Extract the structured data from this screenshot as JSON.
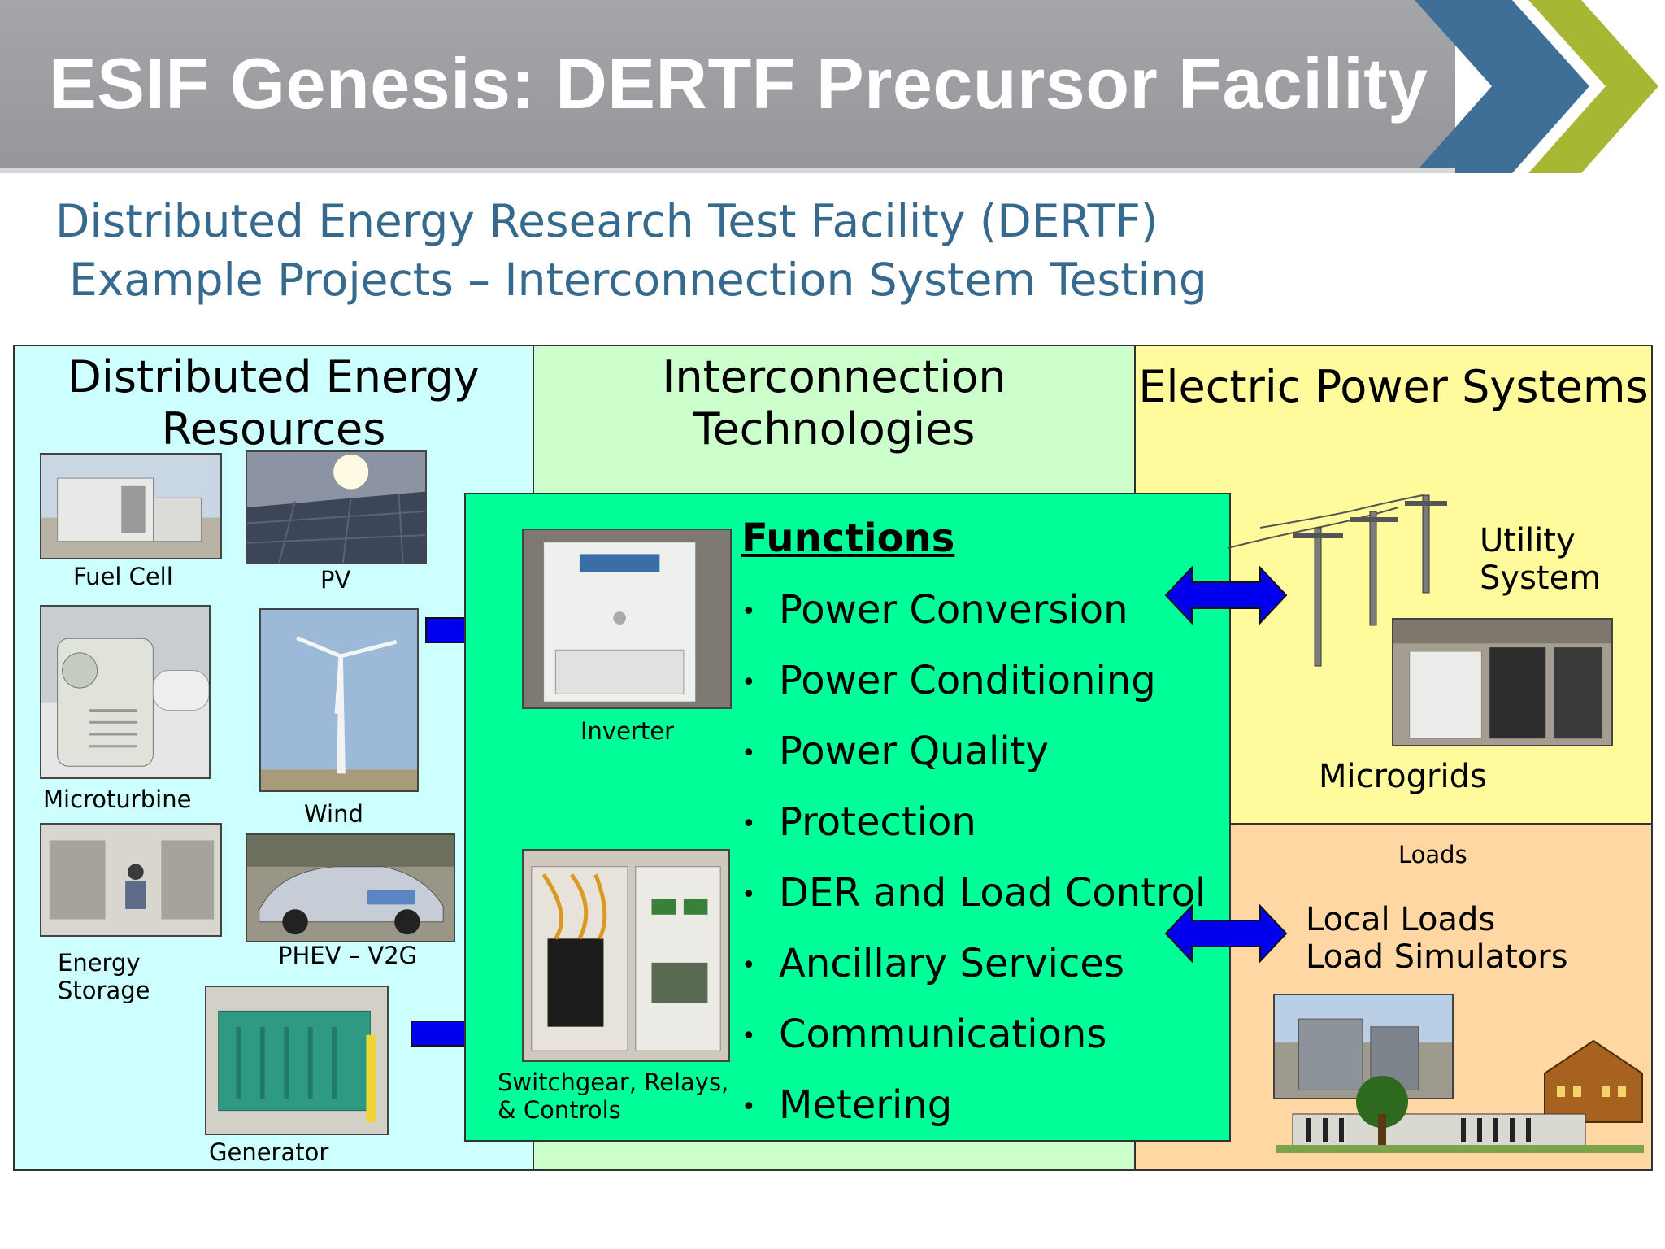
{
  "header": {
    "title": "ESIF Genesis: DERTF Precursor Facility",
    "colors": {
      "bar": "#9ea0a3",
      "chevron_blue": "#3f6f96",
      "chevron_green": "#a7b734"
    }
  },
  "subtitle": {
    "line1": "Distributed Energy Research Test Facility (DERTF)",
    "line2": "Example Projects – Interconnection System Testing"
  },
  "der_panel": {
    "title_line1": "Distributed Energy",
    "title_line2": "Resources",
    "items": {
      "fuel_cell": "Fuel Cell",
      "pv": "PV",
      "microturbine": "Microturbine",
      "wind": "Wind",
      "energy_storage_1": "Energy",
      "energy_storage_2": "Storage",
      "phev": "PHEV – V2G",
      "generator": "Generator"
    }
  },
  "interconnection_panel": {
    "title_line1": "Interconnection",
    "title_line2": "Technologies",
    "inverter_label": "Inverter",
    "switchgear_line1": "Switchgear, Relays,",
    "switchgear_line2": "& Controls",
    "functions_heading": "Functions",
    "functions": [
      "Power Conversion",
      "Power Conditioning",
      "Power Quality",
      "Protection",
      "DER and Load Control",
      "Ancillary Services",
      "Communications",
      "Metering"
    ]
  },
  "eps_panel": {
    "title": "Electric Power Systems",
    "utility_line1": "Utility",
    "utility_line2": "System",
    "microgrids": "Microgrids"
  },
  "loads_panel": {
    "title": "Loads",
    "line1": "Local Loads",
    "line2": "Load Simulators"
  },
  "colors": {
    "der_bg": "#ccfffd",
    "interconnection_bg": "#ccffcc",
    "functions_bg": "#00ff99",
    "eps_bg": "#fffb9c",
    "loads_bg": "#fed7a2",
    "arrow": "#0000ee",
    "subtitle": "#356a8e"
  }
}
